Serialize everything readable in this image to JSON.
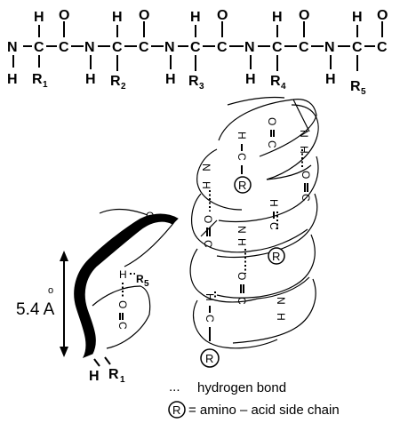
{
  "chain": {
    "atoms": {
      "H": "H",
      "N": "N",
      "C": "C",
      "O": "O",
      "R": "R"
    },
    "residues": [
      "1",
      "2",
      "3",
      "4",
      "5"
    ]
  },
  "left_helix": {
    "measure": "5.4 A",
    "ring_mark": "o",
    "O": "O",
    "H": "H",
    "C": "C",
    "R_label": "R",
    "R_top_sub": "5",
    "R_bottom_sub": "1"
  },
  "right_helix": {
    "atoms": {
      "H": "H",
      "N": "N",
      "C": "C",
      "O": "O"
    },
    "side_chain_symbol": "R"
  },
  "legend": {
    "dots": "...",
    "hbond": "hydrogen bond",
    "r_symbol": "R",
    "side_chain": "= amino – acid side chain"
  }
}
